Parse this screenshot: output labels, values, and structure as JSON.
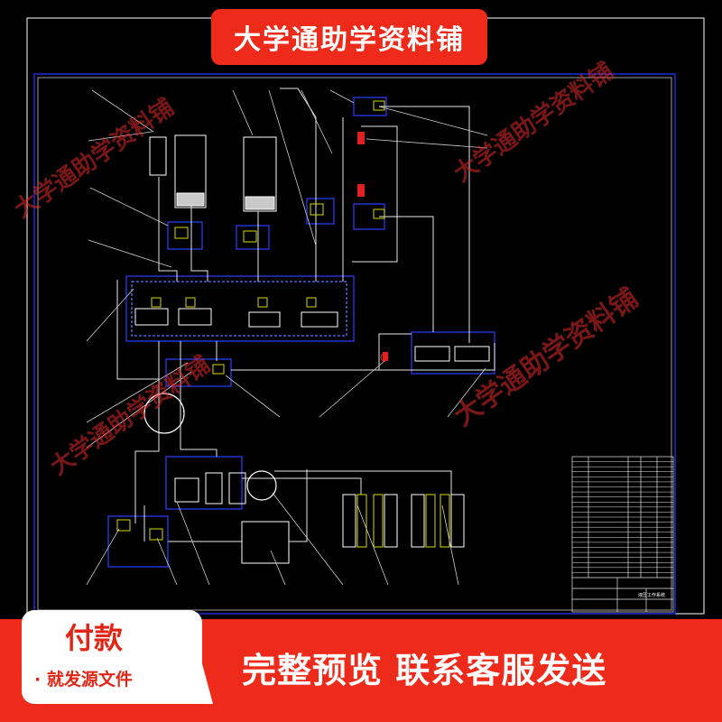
{
  "banner": {
    "shop_name": "大学通助学资料铺"
  },
  "watermarks": [
    "大学通助学资料铺",
    "大学通助学资料铺",
    "大学通助学资料铺",
    "大学通助学资料铺"
  ],
  "footer": {
    "pay_title": "付款",
    "pay_subtitle": "· 就发源文件",
    "message": "完整预览  联系客服发送"
  },
  "colors": {
    "accent_red": "#ee2a1b",
    "drawing_white": "#ffffff",
    "frame_blue": "#1c2cd6",
    "component_yellow": "#d8d800",
    "component_red": "#e02020"
  },
  "drawing": {
    "title_block_rows": 24,
    "title_block_label": "液压工作系统"
  }
}
